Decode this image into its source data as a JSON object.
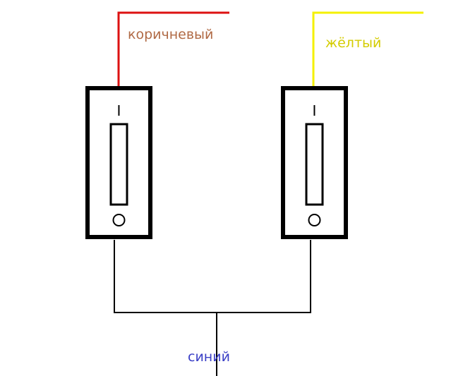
{
  "labels": {
    "brown_wire": "коричневый",
    "yellow_wire": "жёлтый",
    "blue_wire": "синий"
  },
  "colors": {
    "brown_wire_line": "#dd1111",
    "brown_label_text": "#b06a45",
    "yellow_wire_line": "#f4f000",
    "yellow_label_text": "#d4cc00",
    "blue_label_text": "#3a3fc6",
    "common_wire_line": "#000000",
    "switch_outline": "#000000"
  },
  "switches": [
    {
      "name": "left-switch",
      "on_mark": "I"
    },
    {
      "name": "right-switch",
      "on_mark": "I"
    }
  ]
}
